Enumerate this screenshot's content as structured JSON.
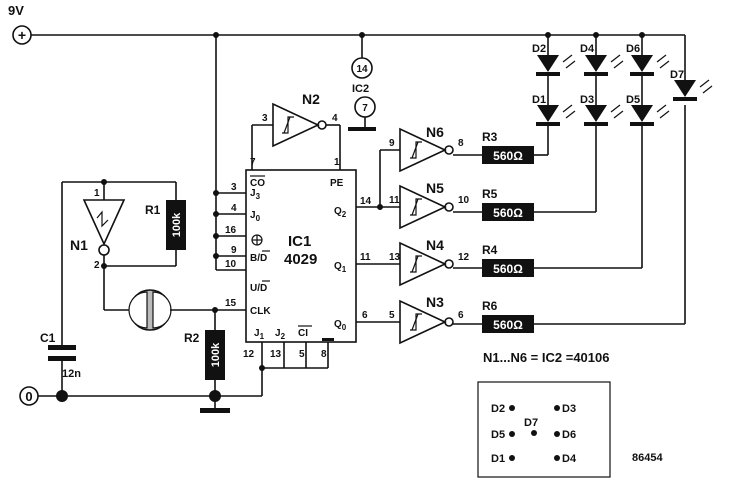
{
  "supply": {
    "label": "9V",
    "plus": "+",
    "ground": "0"
  },
  "ic2_pins": {
    "vdd": "14",
    "vss": "7",
    "label": "IC2"
  },
  "ic1": {
    "name": "IC1",
    "part": "4029",
    "plus_symbol": "⊕",
    "pins": {
      "co": "CO",
      "pe": "PE",
      "j3": "J3",
      "j0": "J0",
      "bd": "B/D",
      "ud": "U/D",
      "clk": "CLK",
      "q2": "Q2",
      "q1": "Q1",
      "q0": "Q0",
      "j1": "J1",
      "j2": "J2",
      "ci": "CI"
    },
    "pin_numbers": {
      "co": "7",
      "pe": "1",
      "j3": "3",
      "j0": "4",
      "plus": "16",
      "bd": "9",
      "ud": "10",
      "clk": "15",
      "q2": "14",
      "q1": "11",
      "q0": "6",
      "j1": "12",
      "j2": "13",
      "ci": "5",
      "gnd": "8"
    }
  },
  "gates": {
    "n1": {
      "label": "N1",
      "in": "1",
      "out": "2"
    },
    "n2": {
      "label": "N2",
      "in": "3",
      "out": "4"
    },
    "n6": {
      "label": "N6",
      "in": "9",
      "out": "8"
    },
    "n5": {
      "label": "N5",
      "in": "11",
      "out": "10"
    },
    "n4": {
      "label": "N4",
      "in": "13",
      "out": "12"
    },
    "n3": {
      "label": "N3",
      "in": "5",
      "out": "6"
    }
  },
  "resistors": {
    "r1": {
      "label": "R1",
      "value": "100k"
    },
    "r2": {
      "label": "R2",
      "value": "100k"
    },
    "r3": {
      "label": "R3",
      "value": "560Ω"
    },
    "r5": {
      "label": "R5",
      "value": "560Ω"
    },
    "r4": {
      "label": "R4",
      "value": "560Ω"
    },
    "r6": {
      "label": "R6",
      "value": "560Ω"
    }
  },
  "capacitor": {
    "label": "C1",
    "value": "12n"
  },
  "leds": [
    "D1",
    "D2",
    "D3",
    "D4",
    "D5",
    "D6",
    "D7"
  ],
  "note": "N1...N6 = IC2 =40106",
  "dice_layout": [
    "D2",
    "D3",
    "D5",
    "D7",
    "D6",
    "D1",
    "D4"
  ],
  "figure_number": "86454"
}
